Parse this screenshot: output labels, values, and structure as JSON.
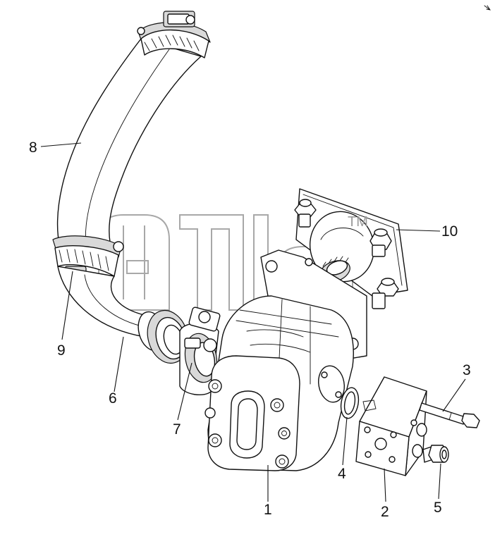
{
  "callouts": [
    {
      "id": "1",
      "label": "1"
    },
    {
      "id": "2",
      "label": "2"
    },
    {
      "id": "3",
      "label": "3"
    },
    {
      "id": "4",
      "label": "4"
    },
    {
      "id": "5",
      "label": "5"
    },
    {
      "id": "6",
      "label": "6"
    },
    {
      "id": "7",
      "label": "7"
    },
    {
      "id": "8",
      "label": "8"
    },
    {
      "id": "9",
      "label": "9"
    },
    {
      "id": "10",
      "label": "10"
    }
  ],
  "watermark": {
    "trademark": "TM"
  },
  "colors": {
    "line": "#111111",
    "watermark": "#9a9a9a",
    "background": "#ffffff"
  }
}
